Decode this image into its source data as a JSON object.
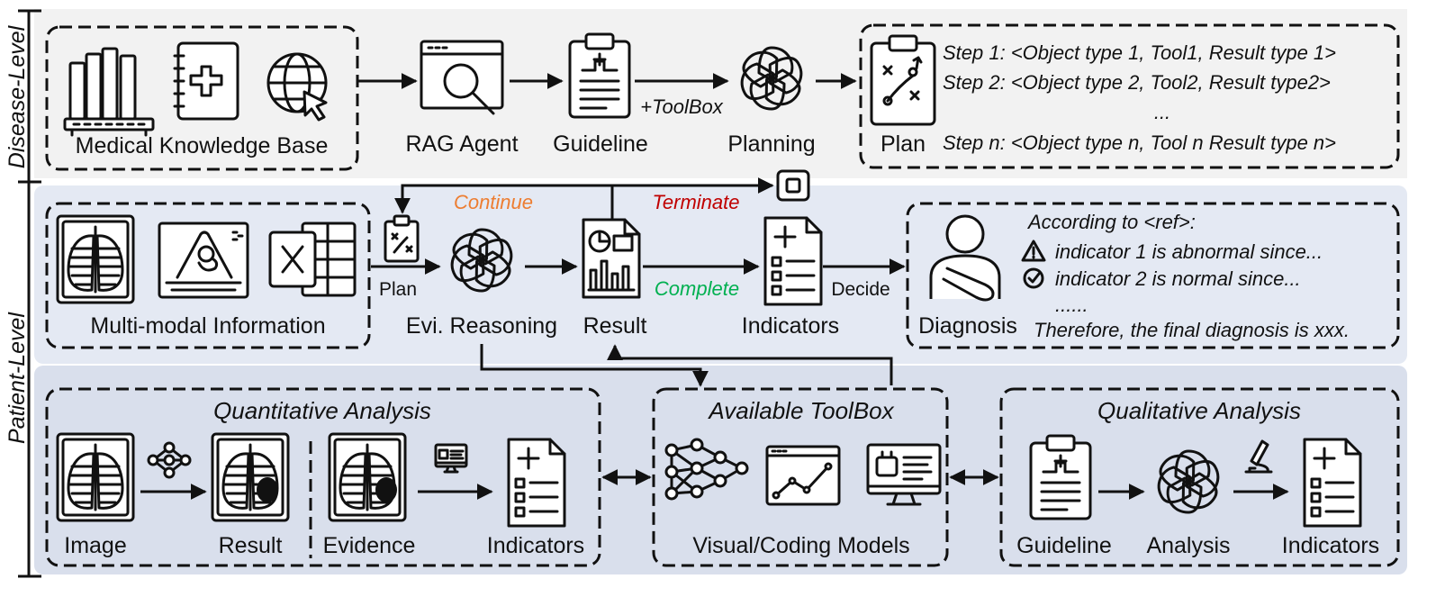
{
  "side_labels": {
    "disease": "Disease-Level",
    "patient": "Patient-Level"
  },
  "disease": {
    "kb_label": "Medical Knowledge Base",
    "rag_label": "RAG Agent",
    "guideline_label": "Guideline",
    "toolbox_label": "+ToolBox",
    "planning_label": "Planning",
    "plan_label": "Plan",
    "steps": [
      "Step 1: <Object type 1, Tool1, Result type 1>",
      "Step 2: <Object type 2, Tool2, Result type2>",
      "...",
      "Step n: <Object type n, Tool n Result type n>"
    ]
  },
  "patient": {
    "mm_label": "Multi-modal Information",
    "plan_label": "Plan",
    "continue_label": "Continue",
    "terminate_label": "Terminate",
    "reasoning_label": "Evi. Reasoning",
    "result_label": "Result",
    "complete_label": "Complete",
    "indicators_label": "Indicators",
    "decide_label": "Decide",
    "diagnosis_label": "Diagnosis",
    "diag_lines": [
      "According to <ref>:",
      "indicator 1 is abnormal since...",
      "indicator 2 is normal since...",
      "......",
      "Therefore, the final diagnosis is xxx."
    ]
  },
  "quant": {
    "title": "Quantitative Analysis",
    "image_label": "Image",
    "result_label": "Result",
    "evidence_label": "Evidence",
    "indicators_label": "Indicators"
  },
  "toolbox": {
    "title": "Available ToolBox",
    "models_label": "Visual/Coding Models"
  },
  "qual": {
    "title": "Qualitative Analysis",
    "guideline_label": "Guideline",
    "analysis_label": "Analysis",
    "indicators_label": "Indicators"
  },
  "colors": {
    "continue": "#ed7d31",
    "terminate": "#c00000",
    "complete": "#00b050",
    "panel_top": "#f2f2f2",
    "panel_mid": "#e4e9f3",
    "panel_bot": "#d9dfec"
  }
}
